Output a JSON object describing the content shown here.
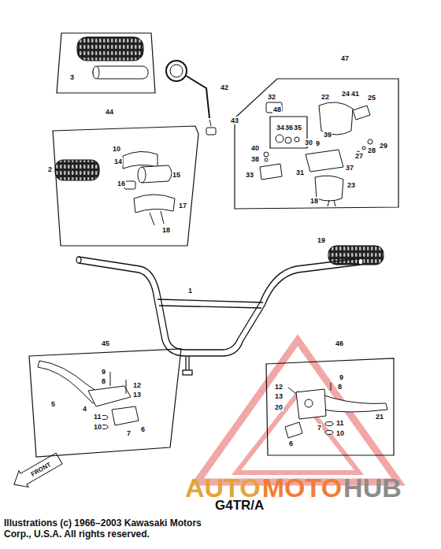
{
  "diagram": {
    "nodes": [
      {
        "text": [
          "3"
        ]
      },
      {
        "text": [
          "44"
        ]
      },
      {
        "text": [
          "47"
        ]
      },
      {
        "text": [
          "48"
        ],
        "in": 2
      },
      {
        "text": [
          "45"
        ]
      },
      {
        "text": [
          "46"
        ]
      }
    ],
    "labels": [
      "42",
      "43",
      "1",
      "19",
      "32",
      "22",
      "24",
      "41",
      "25",
      "34",
      "36",
      "35",
      "40",
      "38",
      "30",
      "9",
      "39",
      "29",
      "28",
      "27",
      "33",
      "31",
      "37",
      "23",
      "18",
      "10",
      "14",
      "2",
      "16",
      "15",
      "17",
      "18",
      "9",
      "8",
      "12",
      "13",
      "5",
      "4",
      "11",
      "10",
      "7",
      "6",
      "9",
      "8",
      "12",
      "13",
      "20",
      "21",
      "7",
      "11",
      "10",
      "6",
      "FRONT",
      "G4TR/A",
      "AUTO",
      "MOTO",
      "HUB",
      "Illustrations (c) 1966–2003 Kawasaki Motors Corp., U.S.A. All rights reserved."
    ]
  }
}
